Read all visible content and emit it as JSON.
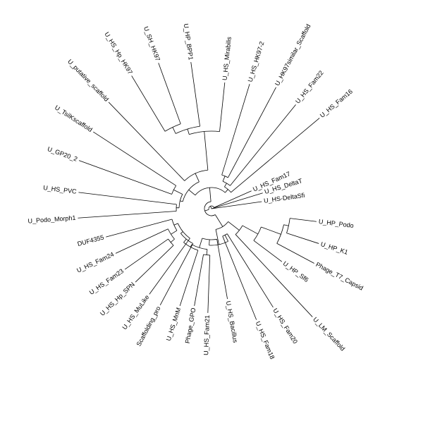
{
  "tree": {
    "line_color": "#000000",
    "label_color": "#000000",
    "leaves": [
      {
        "id": "podo",
        "label": "U_HP_Podo",
        "angle": 7
      },
      {
        "id": "k1",
        "label": "U_HP_K1",
        "angle": 18
      },
      {
        "id": "t7",
        "label": "Phage_T7_Capsid",
        "angle": 28
      },
      {
        "id": "sf6",
        "label": "U_HP_Sf6",
        "angle": 37
      },
      {
        "id": "lm",
        "label": "U_LM_Scaffold",
        "angle": 47
      },
      {
        "id": "fam20",
        "label": "U_HS_Fam20",
        "angle": 58
      },
      {
        "id": "fam18",
        "label": "U_HS_Fam18",
        "angle": 68
      },
      {
        "id": "bacillus",
        "label": "U_HS_Bacillus",
        "angle": 80
      },
      {
        "id": "fam21",
        "label": "U_HS_Fam21",
        "angle": 92
      },
      {
        "id": "gpo",
        "label": "Phage_GPO",
        "angle": 100
      },
      {
        "id": "mnm",
        "label": "U_HS_MnM",
        "angle": 108
      },
      {
        "id": "scaffolding",
        "label": "Scaffolding_pro",
        "angle": 118
      },
      {
        "id": "mulike",
        "label": "U_HS_MuLike",
        "angle": 126
      },
      {
        "id": "spn",
        "label": "U_HS_Hp_SPN",
        "angle": 136
      },
      {
        "id": "fam23",
        "label": "U_HS_Fam23",
        "angle": 145
      },
      {
        "id": "fam24",
        "label": "U_HS_Fam24",
        "angle": 155
      },
      {
        "id": "duf",
        "label": "DUF4355",
        "angle": 165
      },
      {
        "id": "morph",
        "label": "U_Podo_Morph1",
        "angle": 176
      },
      {
        "id": "pvc",
        "label": "U_HS_PVC",
        "angle": 187
      },
      {
        "id": "gp20",
        "label": "U_GP20_2",
        "angle": 200
      },
      {
        "id": "tsil",
        "label": "U_TsilKscaffold",
        "angle": 213
      },
      {
        "id": "putative",
        "label": "U_putative_scaffold",
        "angle": 226
      },
      {
        "id": "hphk97",
        "label": "U_HS_Hp_HK97",
        "angle": 239
      },
      {
        "id": "shk97",
        "label": "U_SH_HK97",
        "angle": 250
      },
      {
        "id": "bpp1",
        "label": "U_HP_BPP1",
        "angle": 262
      },
      {
        "id": "mirabilis",
        "label": "U_HS_Mirabilis",
        "angle": 276
      },
      {
        "id": "hk972",
        "label": "U_HS_HK97-2",
        "angle": 287
      },
      {
        "id": "hk97similar",
        "label": "U_HK97similar_Scaffold",
        "angle": 298
      },
      {
        "id": "fam22",
        "label": "U_HS_Fam22",
        "angle": 309
      },
      {
        "id": "fam16",
        "label": "U_HS_Fam16",
        "angle": 320
      },
      {
        "id": "fam17",
        "label": "U_HS_Fam17",
        "angle": 336
      },
      {
        "id": "deltat",
        "label": "U_HS_DeltaT",
        "angle": 343
      },
      {
        "id": "deltasfi",
        "label": "U_HS-DeltaSfi",
        "angle": 352
      }
    ]
  }
}
